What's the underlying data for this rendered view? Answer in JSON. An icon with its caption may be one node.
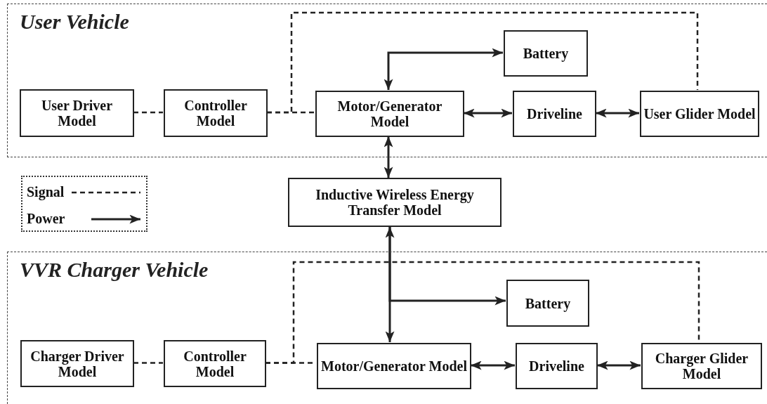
{
  "diagram": {
    "nodes": [
      {
        "text": [
          "User Vehicle"
        ]
      },
      {
        "text": [
          "User Driver Model"
        ],
        "in": 0
      },
      {
        "text": [
          "Controller Model"
        ],
        "in": 0
      },
      {
        "text": [
          "Motor/Generator Model"
        ],
        "in": 0
      },
      {
        "text": [
          "Battery"
        ],
        "in": 0
      },
      {
        "text": [
          "Driveline"
        ],
        "in": 0
      },
      {
        "text": [
          "User Glider Model"
        ],
        "in": 0
      },
      {
        "text": [
          "Inductive Wireless Energy Transfer Model"
        ]
      },
      {
        "text": [
          "VVR Charger Vehicle"
        ]
      },
      {
        "text": [
          "Charger Driver Model"
        ],
        "in": 8
      },
      {
        "text": [
          "Controller Model"
        ],
        "in": 8
      },
      {
        "text": [
          "Motor/Generator Model"
        ],
        "in": 8
      },
      {
        "text": [
          "Battery"
        ],
        "in": 8
      },
      {
        "text": [
          "Driveline"
        ],
        "in": 8
      },
      {
        "text": [
          "Charger Glider Model"
        ],
        "in": 8
      }
    ],
    "edges": [
      {
        "from": 1,
        "to": 2,
        "arrow": "none",
        "style": "dashed"
      },
      {
        "from": 2,
        "to": 3,
        "arrow": "none",
        "style": "dashed"
      },
      {
        "from": 2,
        "to": 6,
        "arrow": "none",
        "style": "dashed"
      },
      {
        "from": 3,
        "to": 4,
        "arrow": "both"
      },
      {
        "from": 3,
        "to": 5,
        "arrow": "both"
      },
      {
        "from": 5,
        "to": 6,
        "arrow": "both"
      },
      {
        "from": 3,
        "to": 7,
        "arrow": "both"
      },
      {
        "from": 7,
        "to": 11,
        "arrow": "both"
      },
      {
        "from": 7,
        "to": 12,
        "arrow": "to"
      },
      {
        "from": 9,
        "to": 10,
        "arrow": "none",
        "style": "dashed"
      },
      {
        "from": 10,
        "to": 11,
        "arrow": "none",
        "style": "dashed"
      },
      {
        "from": 10,
        "to": 14,
        "arrow": "none",
        "style": "dashed"
      },
      {
        "from": 11,
        "to": 13,
        "arrow": "both"
      },
      {
        "from": 13,
        "to": 14,
        "arrow": "both"
      }
    ],
    "legend": [
      {
        "text": "Signal"
      },
      {
        "text": "Power"
      }
    ]
  }
}
